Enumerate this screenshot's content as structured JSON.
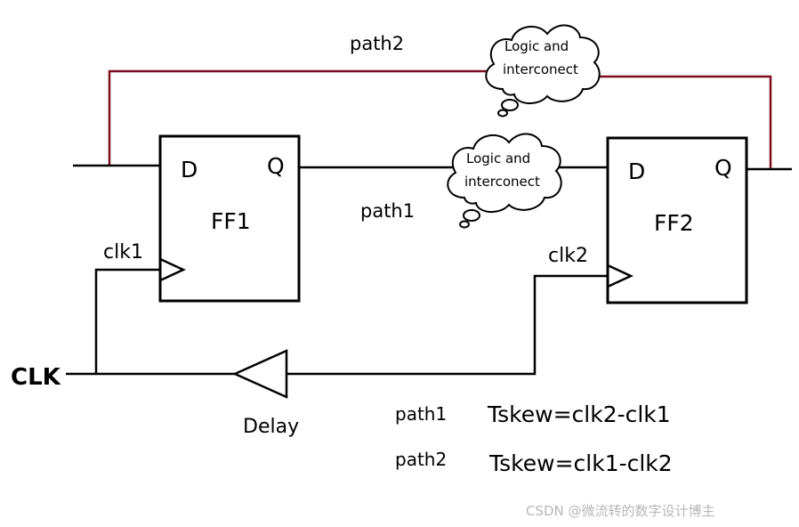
{
  "ff1": {
    "d": "D",
    "q": "Q",
    "name": "FF1",
    "clk": "clk1"
  },
  "ff2": {
    "d": "D",
    "q": "Q",
    "name": "FF2",
    "clk": "clk2"
  },
  "clock_source": "CLK",
  "delay_label": "Delay",
  "path1_label": "path1",
  "path2_label": "path2",
  "clouds": {
    "path1": {
      "line1": "Logic and",
      "line2": "interconect"
    },
    "path2": {
      "line1": "Logic and",
      "line2": "interconect"
    }
  },
  "equations": [
    {
      "path": "path1",
      "formula": "Tskew=clk2-clk1"
    },
    {
      "path": "path2",
      "formula": "Tskew=clk1-clk2"
    }
  ],
  "watermark": "CSDN @微流转的数字设计博主",
  "colors": {
    "wire": "#000000",
    "path2_wire": "#7b0d1e",
    "watermark": "#b7b7b7"
  }
}
